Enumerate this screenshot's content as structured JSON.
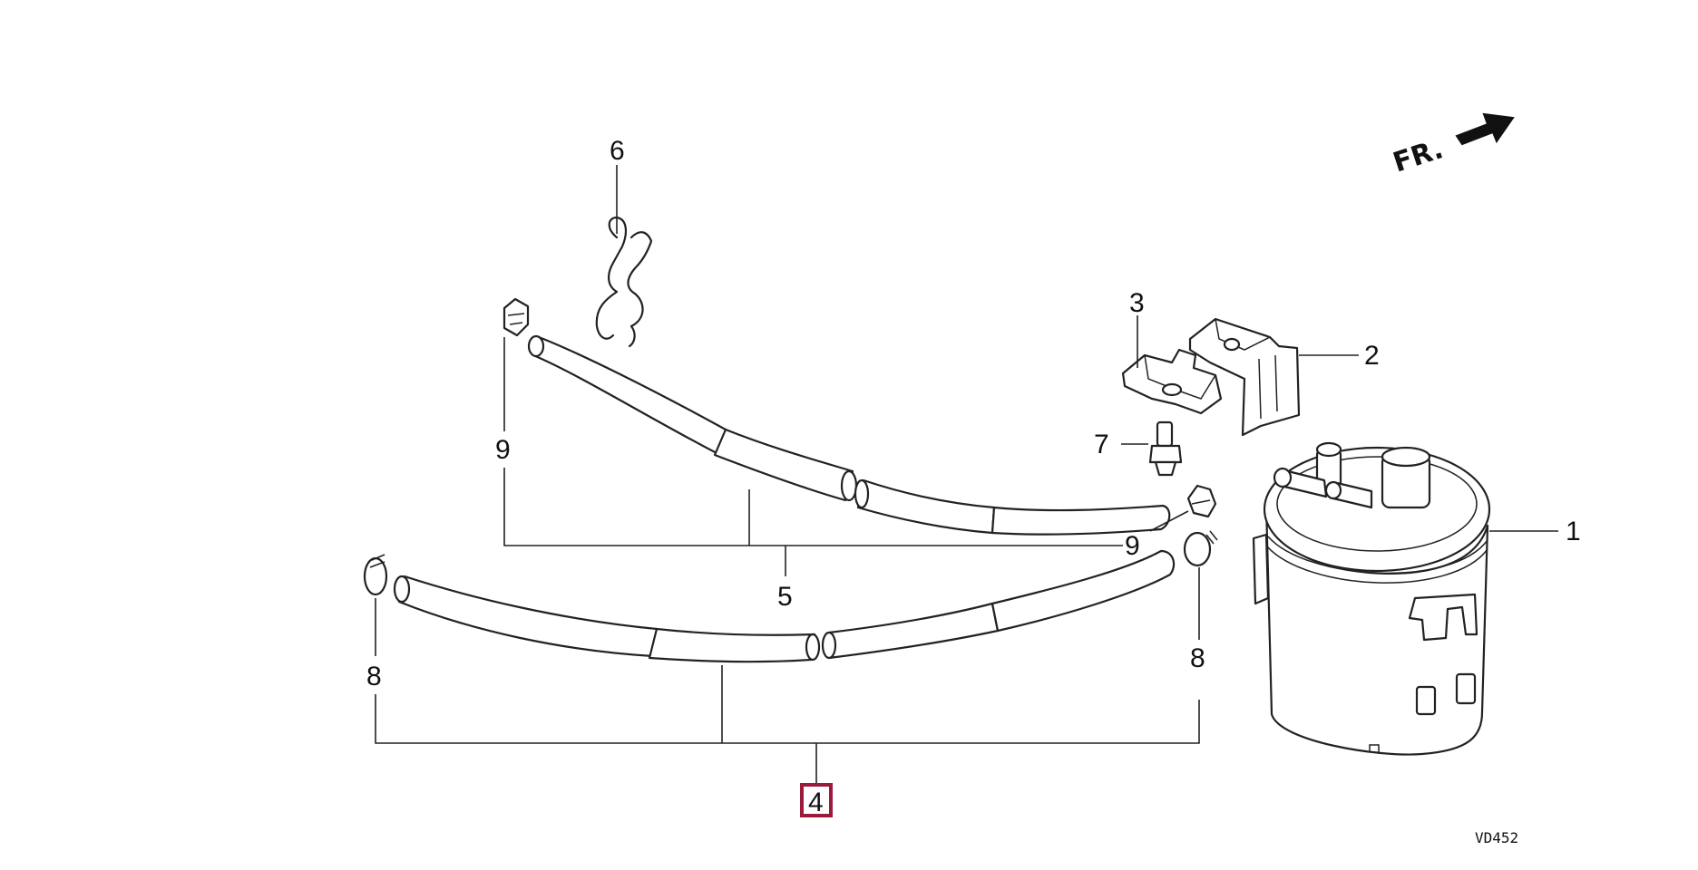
{
  "direction_label": "FR.",
  "diagram_code": "VD452",
  "highlight_color": "#9a1b3c",
  "callouts": {
    "c1": "1",
    "c2": "2",
    "c3": "3",
    "c4": "4",
    "c5": "5",
    "c6": "6",
    "c7": "7",
    "c8a": "8",
    "c8b": "8",
    "c9a": "9",
    "c9b": "9"
  },
  "highlighted_callout": "4"
}
